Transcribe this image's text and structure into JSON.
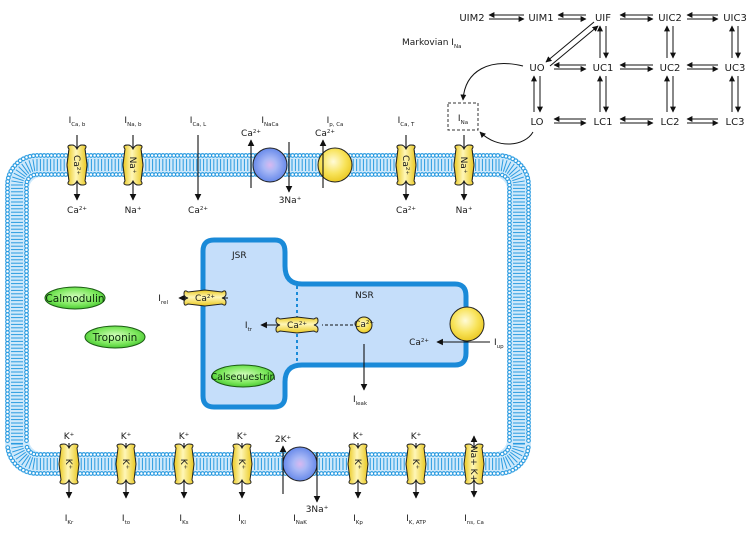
{
  "title": "Markovian I_Na",
  "markov": {
    "title_main": "Markovian I",
    "title_sub": "Na",
    "states": [
      {
        "id": "UIM2",
        "label": "UIM2"
      },
      {
        "id": "UIM1",
        "label": "UIM1"
      },
      {
        "id": "UIF",
        "label": "UIF"
      },
      {
        "id": "UIC2",
        "label": "UIC2"
      },
      {
        "id": "UIC3",
        "label": "UIC3"
      },
      {
        "id": "UO",
        "label": "UO"
      },
      {
        "id": "UC1",
        "label": "UC1"
      },
      {
        "id": "UC2",
        "label": "UC2"
      },
      {
        "id": "UC3",
        "label": "UC3"
      },
      {
        "id": "LO",
        "label": "LO"
      },
      {
        "id": "LC1",
        "label": "LC1"
      },
      {
        "id": "LC2",
        "label": "LC2"
      },
      {
        "id": "LC3",
        "label": "LC3"
      }
    ],
    "transitions": [
      [
        "UIM2",
        "UIM1"
      ],
      [
        "UIM1",
        "UIF"
      ],
      [
        "UIF",
        "UIC2"
      ],
      [
        "UIC2",
        "UIC3"
      ],
      [
        "UO",
        "UC1"
      ],
      [
        "UC1",
        "UC2"
      ],
      [
        "UC2",
        "UC3"
      ],
      [
        "LO",
        "LC1"
      ],
      [
        "LC1",
        "LC2"
      ],
      [
        "LC2",
        "LC3"
      ],
      [
        "UIF",
        "UC1"
      ],
      [
        "UIC2",
        "UC2"
      ],
      [
        "UIC3",
        "UC3"
      ],
      [
        "UO",
        "LO"
      ],
      [
        "UC1",
        "LC1"
      ],
      [
        "UC2",
        "LC2"
      ],
      [
        "UC3",
        "LC3"
      ],
      [
        "UO",
        "UIF"
      ]
    ],
    "output_box": {
      "main": "I",
      "sub": "Na"
    }
  },
  "sarcolemma_top": [
    {
      "id": "ICab",
      "current_main": "I",
      "current_sub": "Ca, b",
      "type": "channel",
      "channel_label": "Ca2+",
      "ion_out": "Ca2+"
    },
    {
      "id": "INab",
      "current_main": "I",
      "current_sub": "Na, b",
      "type": "channel",
      "channel_label": "Na+",
      "ion_out": "Na+"
    },
    {
      "id": "ICaL",
      "current_main": "I",
      "current_sub": "Ca, L",
      "type": "line",
      "ion_out": "Ca2+"
    },
    {
      "id": "INaCa",
      "current_main": "I",
      "current_sub": "NaCa",
      "type": "exchanger",
      "ion_up": "Ca2+",
      "ion_down": "3Na+"
    },
    {
      "id": "IpCa",
      "current_main": "I",
      "current_sub": "p, Ca",
      "type": "pump",
      "ion_up": "Ca2+"
    },
    {
      "id": "ICaT",
      "current_main": "I",
      "current_sub": "Ca, T",
      "type": "channel",
      "channel_label": "Ca2+",
      "ion_out": "Ca2+"
    },
    {
      "id": "INa",
      "type": "channel",
      "channel_label": "Na+",
      "ion_out": "Na+"
    }
  ],
  "sarcolemma_bottom": [
    {
      "id": "IKr",
      "current_main": "I",
      "current_sub": "Kr",
      "type": "channel",
      "channel_label": "K+",
      "ion_in": "K+"
    },
    {
      "id": "Ito",
      "current_main": "I",
      "current_sub": "to",
      "type": "channel",
      "channel_label": "K+",
      "ion_in": "K+"
    },
    {
      "id": "IKs",
      "current_main": "I",
      "current_sub": "Ks",
      "type": "channel",
      "channel_label": "K+",
      "ion_in": "K+"
    },
    {
      "id": "IKl",
      "current_main": "I",
      "current_sub": "Kl",
      "type": "channel",
      "channel_label": "K+",
      "ion_in": "K+"
    },
    {
      "id": "INaK",
      "current_main": "I",
      "current_sub": "NaK",
      "type": "exchanger",
      "ion_up": "2K+",
      "ion_down": "3Na+"
    },
    {
      "id": "IKp",
      "current_main": "I",
      "current_sub": "Kp",
      "type": "channel",
      "channel_label": "K+",
      "ion_in": "K+"
    },
    {
      "id": "IKATP",
      "current_main": "I",
      "current_sub": "K, ATP",
      "type": "channel",
      "channel_label": "K+",
      "ion_in": "K+"
    },
    {
      "id": "InsCa",
      "current_main": "I",
      "current_sub": "ns, Ca",
      "type": "channel",
      "channel_label": "Na+  K+",
      "bidirectional": true
    }
  ],
  "sr": {
    "jsr_label": "JSR",
    "nsr_label": "NSR",
    "rel": {
      "main": "I",
      "sub": "rel",
      "channel_label": "Ca2+"
    },
    "tr": {
      "main": "I",
      "sub": "tr",
      "channel_label": "Ca2+"
    },
    "leak": {
      "main": "I",
      "sub": "leak",
      "ion_label": "Ca2+"
    },
    "up": {
      "main": "I",
      "sub": "up",
      "ion_label": "Ca2+"
    }
  },
  "buffers": {
    "calmodulin": "Calmodulin",
    "troponin": "Troponin",
    "calsequestrin": "Calsequestrin"
  },
  "colors": {
    "membrane": "#2a9be0",
    "membrane_fill": "#ffffff",
    "sr_border": "#1a8ad8",
    "sr_fill": "#c5defa",
    "channel_fill": "#f5dc3c",
    "channel_highlight": "#fff6b0",
    "exchanger_fill": "#7f9cf0",
    "buffer_fill": "#5fd84a",
    "arrow": "#111111"
  }
}
